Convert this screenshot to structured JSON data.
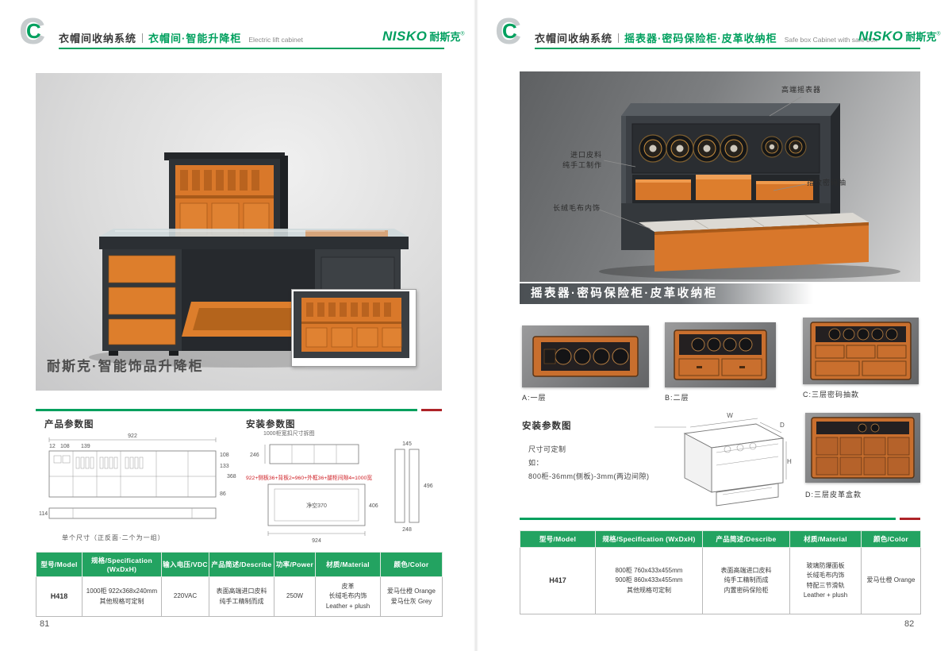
{
  "brand": {
    "logo_text": "NISKO",
    "logo_cn": "耐斯克",
    "registered": "®"
  },
  "left": {
    "page_no": "81",
    "header": {
      "system": "衣帽间收纳系统",
      "product": "衣帽间·智能升降柜",
      "product_en": "Electric lift cabinet"
    },
    "hero_caption": "耐斯克·智能饰品升降柜",
    "product_diagram": {
      "title": "产品参数图",
      "dim_922": "922",
      "dim_12": "12",
      "dim_108a": "108",
      "dim_139": "139",
      "dim_108b": "108",
      "dim_133": "133",
      "dim_368": "368",
      "dim_86": "86",
      "dim_114": "114",
      "caption": "单个尺寸（正反面·二个为一组）"
    },
    "install_diagram": {
      "title": "安装参数图",
      "note": "1000柜宽扣尺寸拆图",
      "dim_246": "246",
      "formula": "922+侧板36+背板2=960+外框36+腿柜间隙4=1000宽",
      "clearance": "净空370",
      "dim_406": "406",
      "dim_924": "924",
      "dim_145": "145",
      "dim_496": "496",
      "dim_248": "248"
    },
    "table": {
      "headers": [
        "型号/Model",
        "规格/Specification (WxDxH)",
        "输入电压/VDC",
        "产品简述/Describe",
        "功率/Power",
        "材质/Material",
        "颜色/Color"
      ],
      "row": {
        "model": "H418",
        "spec1": "1000柜 922x368x240mm",
        "spec2": "其他规格可定制",
        "voltage": "220VAC",
        "desc1": "表面高端进口皮料",
        "desc2": "纯手工精制而成",
        "power": "250W",
        "mat1": "皮革",
        "mat2": "长绒毛布内饰",
        "mat3": "Leather + plush",
        "color1": "爱马仕橙 Orange",
        "color2": "爱马仕灰 Grey"
      }
    }
  },
  "right": {
    "page_no": "82",
    "header": {
      "system": "衣帽间收纳系统",
      "product": "摇表器·密码保险柜·皮革收纳柜",
      "product_en": "Safe box Cabinet with safe box"
    },
    "annotations": {
      "winder": "高端摇表器",
      "leather1": "进口皮料",
      "leather2": "纯手工制作",
      "fingerprint": "指纹密码抽",
      "plush": "长绒毛布内饰"
    },
    "hero_title": "摇表器·密码保险柜·皮革收纳柜",
    "thumb_a": "A:一层",
    "thumb_b": "B:二层",
    "thumb_c": "C:三层密码抽款",
    "thumb_d": "D:三层皮革盒款",
    "install": {
      "title": "安装参数图",
      "line1": "尺寸可定制",
      "line2": "如：",
      "line3": "800柜-36mm(侧板)-3mm(两边间隙)",
      "dim_w": "W",
      "dim_d": "D",
      "dim_h": "H"
    },
    "table": {
      "headers": [
        "型号/Model",
        "规格/Specification (WxDxH)",
        "产品简述/Describe",
        "材质/Material",
        "颜色/Color"
      ],
      "row": {
        "model": "H417",
        "spec1": "800柜 760x433x455mm",
        "spec2": "900柜 860x433x455mm",
        "spec3": "其他规格可定制",
        "desc1": "表面高端进口皮料",
        "desc2": "纯手工精制而成",
        "desc3": "内置密码保险柜",
        "mat1": "玻璃防爆面板",
        "mat2": "长绒毛布内饰",
        "mat3": "特配三节滑轨",
        "mat4": "Leather + plush",
        "color1": "爱马仕橙 Orange"
      }
    }
  }
}
